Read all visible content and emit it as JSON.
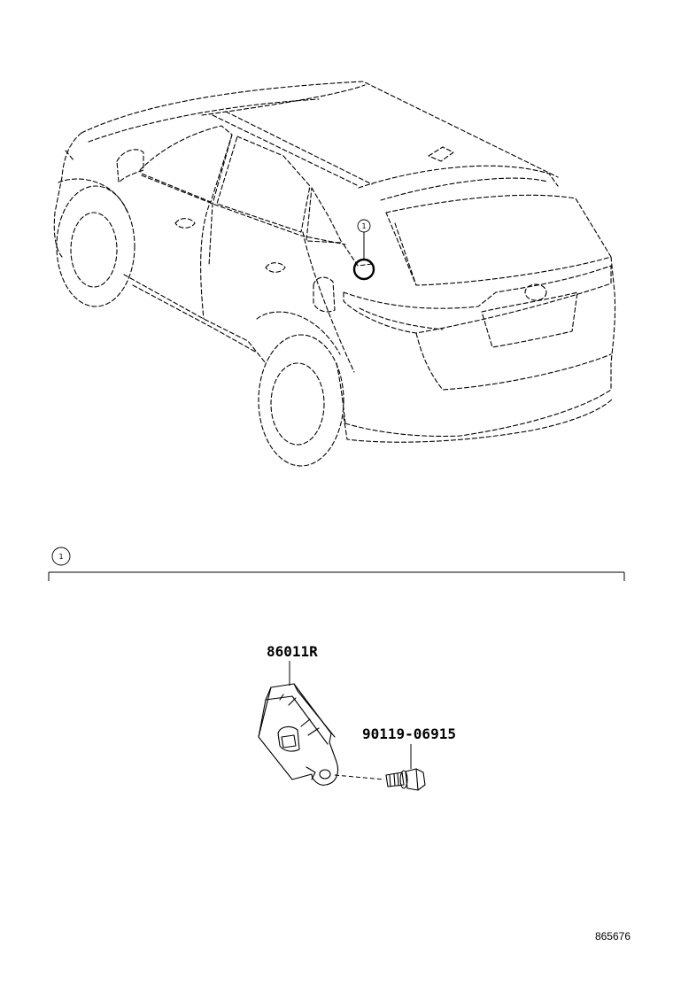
{
  "callout": {
    "marker": "1"
  },
  "section": {
    "marker": "1"
  },
  "parts": [
    {
      "number": "86011R"
    },
    {
      "number": "90119-06915"
    }
  ],
  "illustration_id": "865676"
}
